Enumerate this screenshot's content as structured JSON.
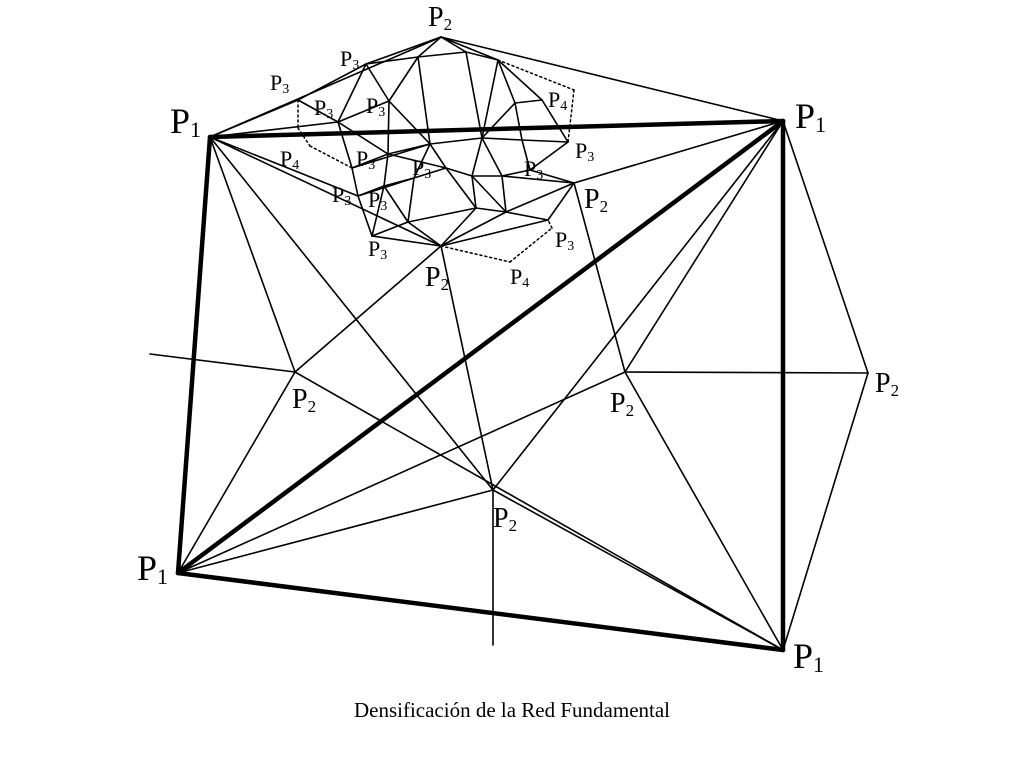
{
  "caption": "Densificación de la Red Fundamental",
  "labels": {
    "p1": "P1",
    "p2": "P2",
    "p3": "P3",
    "p4": "P4"
  },
  "colors": {
    "line": "#000000",
    "background": "#ffffff"
  }
}
